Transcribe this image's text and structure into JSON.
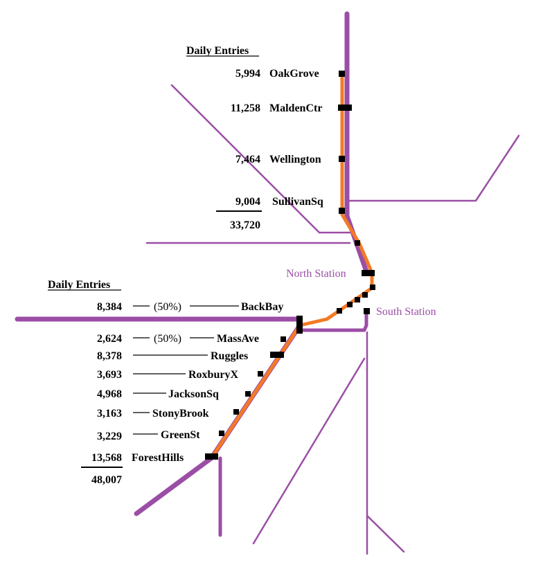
{
  "colors": {
    "commuter_rail": "#9b4ea6",
    "orange_line": "#f47a24",
    "station_marker": "#000000",
    "station_label": "#9b4ea6"
  },
  "north_branch": {
    "header": "Daily Entries",
    "stations": [
      {
        "name": "OakGrove",
        "entries": "5,994"
      },
      {
        "name": "MaldenCtr",
        "entries": "11,258"
      },
      {
        "name": "Wellington",
        "entries": "7,464"
      },
      {
        "name": "SullivanSq",
        "entries": "9,004"
      }
    ],
    "total": "33,720"
  },
  "south_branch": {
    "header": "Daily Entries",
    "stations": [
      {
        "name": "BackBay",
        "entries": "8,384",
        "share": "(50%)"
      },
      {
        "name": "MassAve",
        "entries": "2,624",
        "share": "(50%)"
      },
      {
        "name": "Ruggles",
        "entries": "8,378"
      },
      {
        "name": "RoxburyX",
        "entries": "3,693"
      },
      {
        "name": "JacksonSq",
        "entries": "4,968"
      },
      {
        "name": "StonyBrook",
        "entries": "3,163"
      },
      {
        "name": "GreenSt",
        "entries": "3,229"
      },
      {
        "name": "ForestHills",
        "entries": "13,568"
      }
    ],
    "total": "48,007"
  },
  "labels": {
    "north_station": "North Station",
    "south_station": "South Station"
  }
}
